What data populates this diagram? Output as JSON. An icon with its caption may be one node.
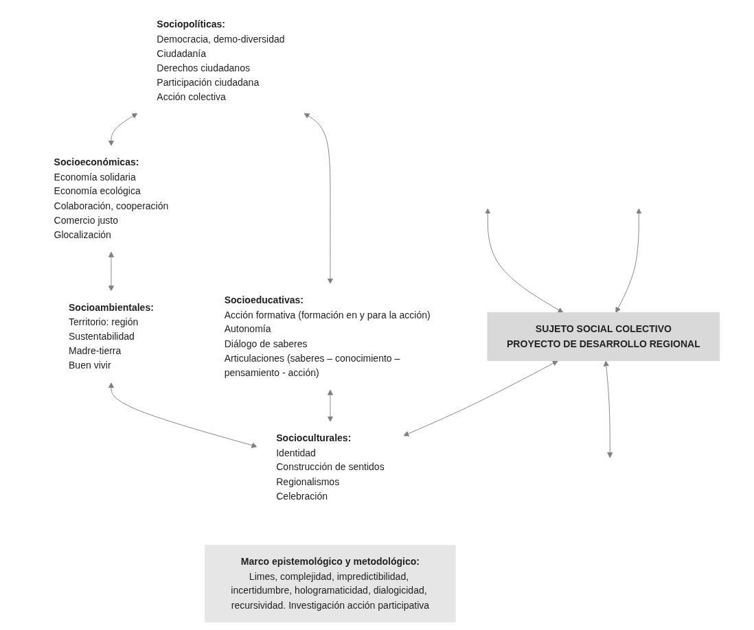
{
  "diagram": {
    "nodes": [
      {
        "text": [
          "Sociopolíticas:",
          "Democracia, demo-diversidad",
          "Ciudadanía",
          "Derechos ciudadanos",
          "Participación ciudadana",
          "Acción colectiva"
        ]
      },
      {
        "text": [
          "Socioeconómicas:",
          "Economía solidaria",
          "Economía ecológica",
          "Colaboración, cooperación",
          "Comercio justo",
          "Glocalización"
        ]
      },
      {
        "text": [
          "SUJETO SOCIAL COLECTIVO",
          "PROYECTO DE DESARROLLO REGIONAL"
        ]
      },
      {
        "text": [
          "Socioeducativas:",
          "Acción formativa (formación en y para la acción)",
          "Autonomía",
          "Diálogo de saberes",
          "Articulaciones (saberes – conocimiento – pensamiento - acción)"
        ]
      },
      {
        "text": [
          "Socioambientales:",
          "Territorio: región",
          "Sustentabilidad",
          "Madre-tierra",
          "Buen vivir"
        ]
      },
      {
        "text": [
          "Socioculturales:",
          "Identidad",
          "Construcción de sentidos",
          "Regionalismos",
          "Celebración"
        ]
      },
      {
        "text": [
          "Marco epistemológico y metodológico:",
          "Limes, complejidad, impredictibilidad, incertidumbre, hologramaticidad, dialogicidad, recursividad. Investigación acción participativa"
        ]
      }
    ],
    "edges": [
      {
        "from": 0,
        "to": 1,
        "arrow": "both"
      },
      {
        "from": null,
        "to": 2,
        "arrow": "both"
      },
      {
        "from": 0,
        "to": 3,
        "arrow": "both"
      },
      {
        "from": null,
        "to": 2,
        "arrow": "both"
      },
      {
        "from": 2,
        "to": null,
        "arrow": "both"
      },
      {
        "from": 1,
        "to": 4,
        "arrow": "both"
      },
      {
        "from": 2,
        "to": 5,
        "arrow": "both"
      },
      {
        "from": 3,
        "to": 5,
        "arrow": "both"
      },
      {
        "from": 5,
        "to": 4,
        "arrow": "both"
      }
    ]
  }
}
